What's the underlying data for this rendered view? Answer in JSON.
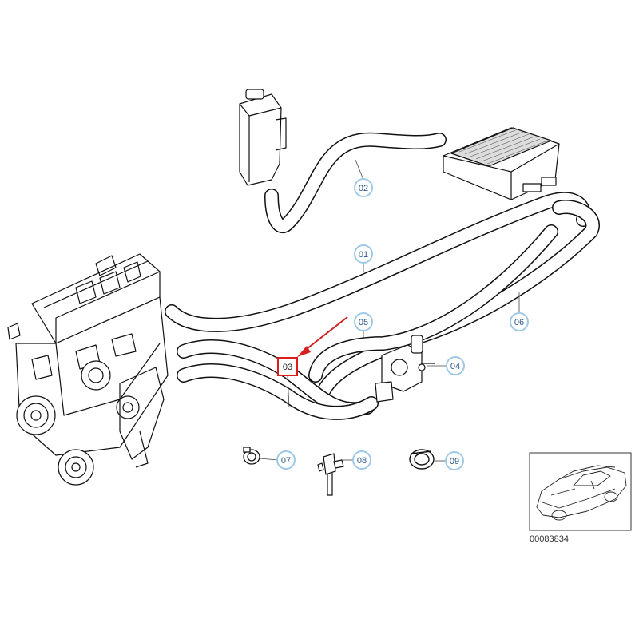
{
  "callouts": [
    {
      "id": "c01",
      "label": "01"
    },
    {
      "id": "c02",
      "label": "02"
    },
    {
      "id": "c03",
      "label": "03",
      "highlight": true
    },
    {
      "id": "c04",
      "label": "04"
    },
    {
      "id": "c05",
      "label": "05"
    },
    {
      "id": "c06",
      "label": "06"
    },
    {
      "id": "c07",
      "label": "07"
    },
    {
      "id": "c08",
      "label": "08"
    },
    {
      "id": "c09",
      "label": "09"
    }
  ],
  "diagram_code": "00083834",
  "colors": {
    "callout_circle": "#9ec9e6",
    "callout_text": "#2b5a8a",
    "highlight_box": "#e01b1b",
    "arrow": "#d4201f",
    "line": "#111111"
  }
}
